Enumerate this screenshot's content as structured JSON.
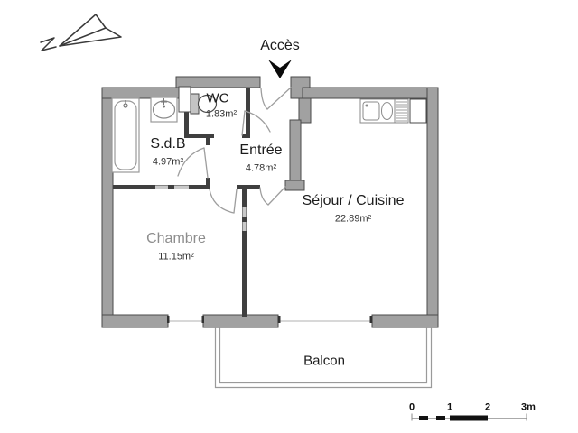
{
  "access": {
    "label": "Accès"
  },
  "rooms": {
    "wc": {
      "name": "WC",
      "area": "1.83m²"
    },
    "sdb": {
      "name": "S.d.B",
      "area": "4.97m²"
    },
    "entree": {
      "name": "Entrée",
      "area": "4.78m²"
    },
    "sejour": {
      "name": "Séjour / Cuisine",
      "area": "22.89m²"
    },
    "chambre": {
      "name": "Chambre",
      "area": "11.15m²"
    },
    "balcon": {
      "name": "Balcon"
    }
  },
  "scale_bar": {
    "ticks": [
      "0",
      "1",
      "2",
      "3m"
    ]
  },
  "icons": {
    "north_arrow": "north-arrow",
    "access_arrow": "down-arrow"
  },
  "colors": {
    "wall_fill": "#a1a1a1",
    "wall_outline": "#4a4a4a",
    "thin_wall": "#3f3f3f",
    "door_arc": "#9e9e9e",
    "window_line": "#b0b0b0",
    "access_arrow": "#0a0a0a",
    "faded_text": "#8d8d8d"
  }
}
